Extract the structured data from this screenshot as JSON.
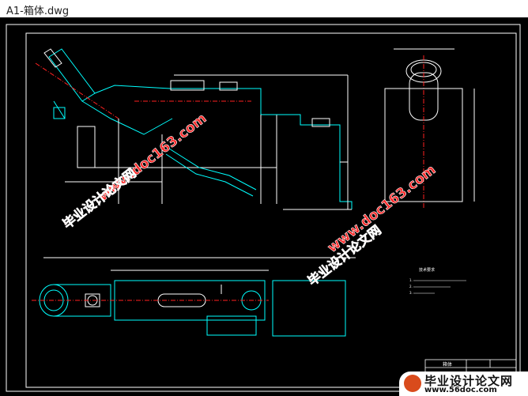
{
  "window": {
    "title": "A1-箱体.dwg"
  },
  "watermarks": {
    "site": "www.doc163.com",
    "brand": "毕业设计论文网"
  },
  "footer_watermark": {
    "brand": "毕业设计论文网",
    "site": "www.56doc.com"
  },
  "title_block": {
    "name": "箱体"
  },
  "tech_notes": {
    "heading": "技术要求",
    "lines": [
      "1.",
      "2.",
      "3."
    ]
  },
  "colors": {
    "frame": "#ffffff",
    "outline": "#00ffff",
    "centerline": "#ff2020",
    "dimension": "#ffffff",
    "watermark": "#ff2a2a"
  }
}
